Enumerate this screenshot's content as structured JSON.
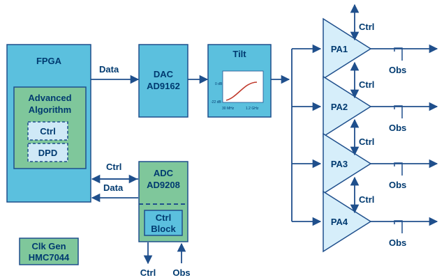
{
  "colors": {
    "line": "#1f4f8c",
    "text": "#003a70",
    "blue_block": "#5bc0de",
    "green_block": "#7fc79b",
    "light_blue": "#cfe9f7",
    "pa_fill": "#d6eefa",
    "curve": "#c0392b"
  },
  "fpga": {
    "title": "FPGA",
    "advanced_line1": "Advanced",
    "advanced_line2": "Algorithm",
    "ctrl": "Ctrl",
    "dpd": "DPD"
  },
  "dac": {
    "line1": "DAC",
    "line2": "AD9162"
  },
  "tilt": {
    "title": "Tilt",
    "y_top": "0 dB",
    "y_bottom": "-22 dB",
    "x_left": "30 MHz",
    "x_right": "1.2 GHz"
  },
  "adc": {
    "line1": "ADC",
    "line2": "AD9208",
    "ctrl_block1": "Ctrl",
    "ctrl_block2": "Block",
    "ctrl": "Ctrl",
    "obs": "Obs"
  },
  "clk": {
    "line1": "Clk Gen",
    "line2": "HMC7044"
  },
  "signals": {
    "data_top": "Data",
    "ctrl_mid": "Ctrl",
    "data_mid": "Data"
  },
  "amplifiers": [
    {
      "label": "PA1",
      "ctrl": "Ctrl",
      "obs": "Obs"
    },
    {
      "label": "PA2",
      "ctrl": "Ctrl",
      "obs": "Obs"
    },
    {
      "label": "PA3",
      "ctrl": "Ctrl",
      "obs": "Obs"
    },
    {
      "label": "PA4",
      "ctrl": "Ctrl",
      "obs": "Obs"
    }
  ]
}
